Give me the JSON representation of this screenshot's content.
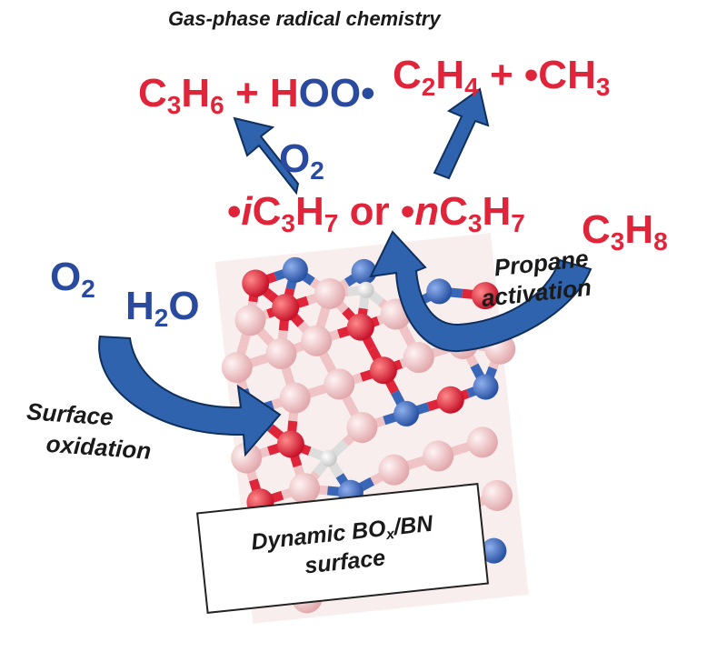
{
  "title": "Gas-phase radical chemistry",
  "products_left": {
    "c3h6": "C3H6",
    "plus": "+",
    "hoo": "HOO•"
  },
  "products_right": {
    "c2h4": "C2H4",
    "plus": "+",
    "ch3": "•CH3"
  },
  "o2_top": "O2",
  "radicals": {
    "iso": "•iC3H7",
    "or": "or",
    "normal": "•nC3H7"
  },
  "propane": "C3H8",
  "propane_activation": [
    "Propane",
    "activation"
  ],
  "o2_left": "O2",
  "h2o": "H2O",
  "surface_oxidation": [
    "Surface",
    "oxidation"
  ],
  "surface_box": [
    "Dynamic BOx/BN",
    "surface"
  ],
  "colors": {
    "red": "#e0243a",
    "blue": "#2a4aa0",
    "arrow": "#2f63ad",
    "arrow_edge": "#0f2f5c",
    "boron": "#f2c3c6",
    "oxygen": "#e0243a",
    "nitrogen": "#3a66b8",
    "hydrogen": "#eeeeee"
  }
}
